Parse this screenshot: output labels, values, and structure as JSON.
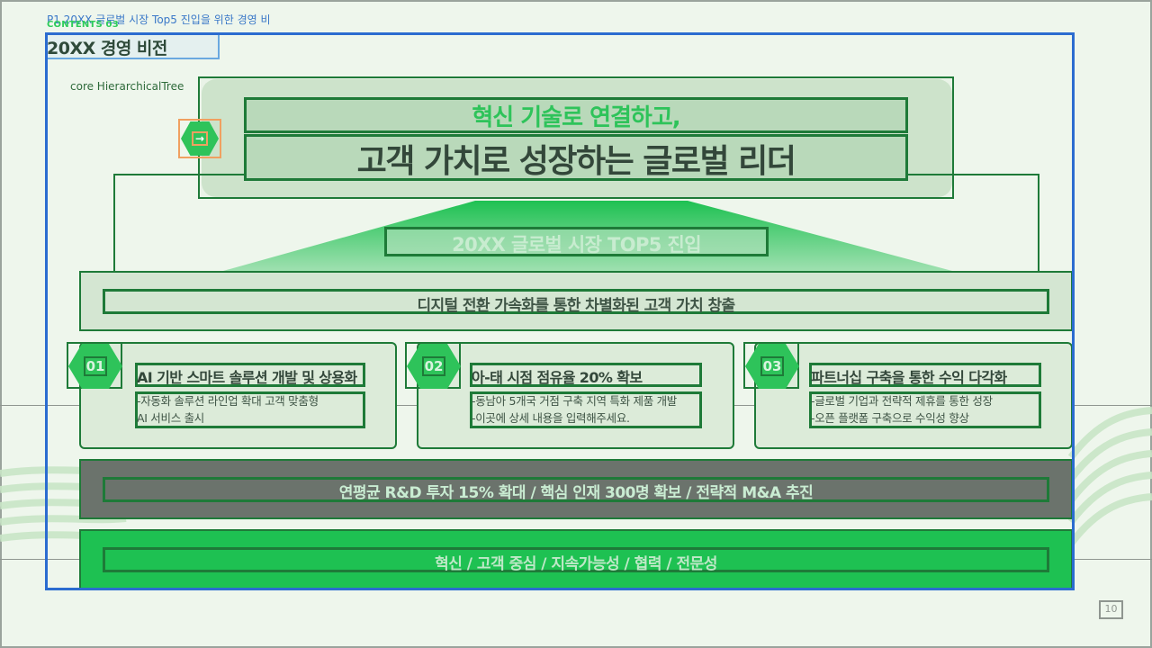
{
  "header": {
    "page_ref": "P1 20XX 글로벌 시장 Top5 진입을 위한 경영 비",
    "contents_label": "CONTENTS 03",
    "section_title": "20XX 경영 비전",
    "tree_label": "core HierarchicalTree"
  },
  "slogan": {
    "line1": "혁신 기술로 연결하고,",
    "line2": "고객 가치로 성장하는 글로벌 리더"
  },
  "goal": "20XX 글로벌 시장 TOP5 진입",
  "strategy": "디지털 전환 가속화를 통한 차별화된 고객 가치 창출",
  "cards": [
    {
      "number": "01",
      "title": "AI 기반 스마트 솔루션 개발 및 상용화",
      "desc_line1": "-자동화 솔루션 라인업 확대 고객 맞춤형",
      "desc_line2": "AI 서비스 출시"
    },
    {
      "number": "02",
      "title": "아-태 시점 점유율 20% 확보",
      "desc_line1": "-동남아 5개국 거점 구축 지역 특화 제품 개발",
      "desc_line2": "-이곳에 상세 내용을 입력해주세요."
    },
    {
      "number": "03",
      "title": "파트너십 구축을 통한 수익 다각화",
      "desc_line1": "-글로벌 기업과 전략적 제휴를 통한 성장",
      "desc_line2": "-오픈 플랫폼 구축으로 수익성 향상"
    }
  ],
  "action_plan": "연평균 R&D 투자 15% 확대 / 핵심 인재 300명 확보 / 전략적 M&A 추진",
  "core_values": "혁신 / 고객 중심 / 지속가능성 / 협력 / 전문성",
  "page_number": "10",
  "nav_icon": "arrow-right-icon",
  "colors": {
    "accent_green": "#2ec35a",
    "dark_green_border": "#1e7a38",
    "selection_blue": "#2b6cd0",
    "action_gray": "#6b736c",
    "values_green": "#1ec152"
  }
}
